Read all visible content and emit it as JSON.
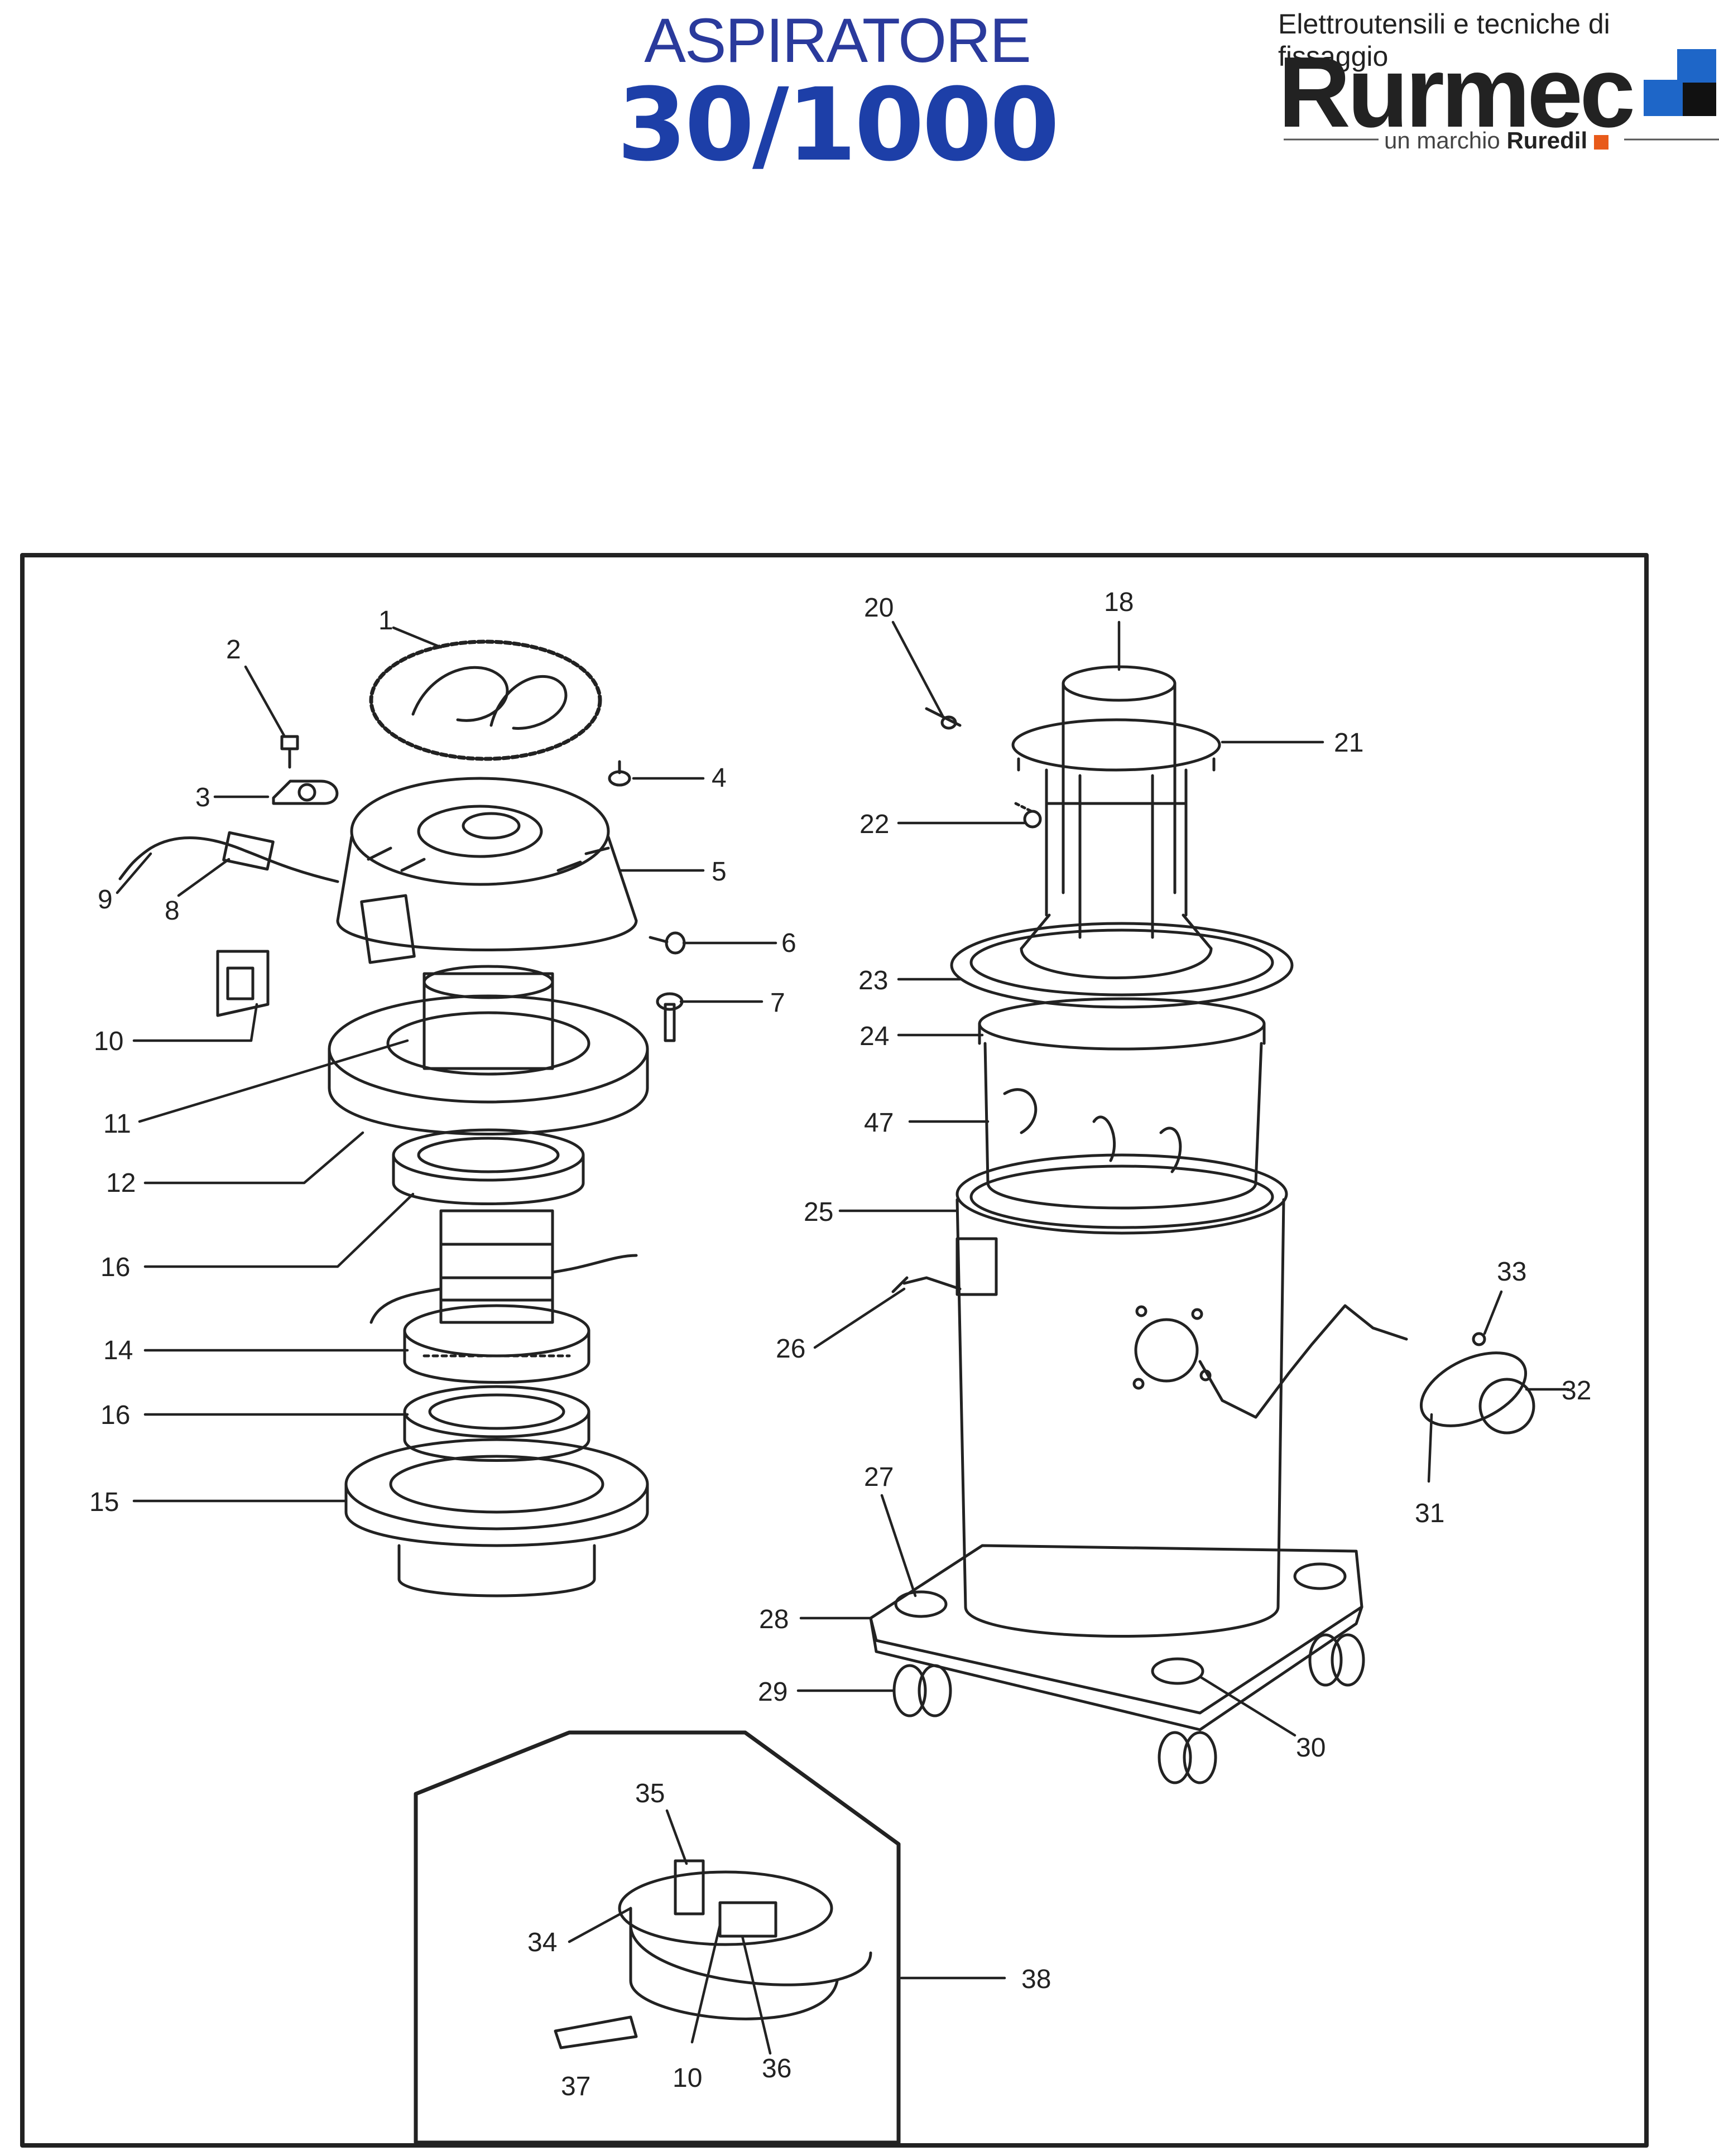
{
  "header": {
    "title_line1": "ASPIRATORE",
    "title_line2": "30/1000",
    "title_color": "#1d3fa8"
  },
  "brand": {
    "tagline": "Elettroutensili e tecniche di fissaggio",
    "name": "Rurmec",
    "sub_prefix": "un marchio",
    "sub_brand": "Ruredil",
    "accent_color": "#1e66c8",
    "sub_accent_color": "#e85a1a"
  },
  "labels": {
    "l1": "1",
    "l2": "2",
    "l3": "3",
    "l4": "4",
    "l5": "5",
    "l6": "6",
    "l7": "7",
    "l8": "8",
    "l9": "9",
    "l10": "10",
    "l11": "11",
    "l12": "12",
    "l14": "14",
    "l15": "15",
    "l16a": "16",
    "l16b": "16",
    "l18": "18",
    "l20": "20",
    "l21": "21",
    "l22": "22",
    "l23": "23",
    "l24": "24",
    "l25": "25",
    "l26": "26",
    "l27": "27",
    "l28": "28",
    "l29": "29",
    "l30": "30",
    "l31": "31",
    "l32": "32",
    "l33": "33",
    "l47": "47",
    "l34": "34",
    "l35": "35",
    "l36": "36",
    "l37": "37",
    "l38": "38",
    "l10b": "10"
  }
}
